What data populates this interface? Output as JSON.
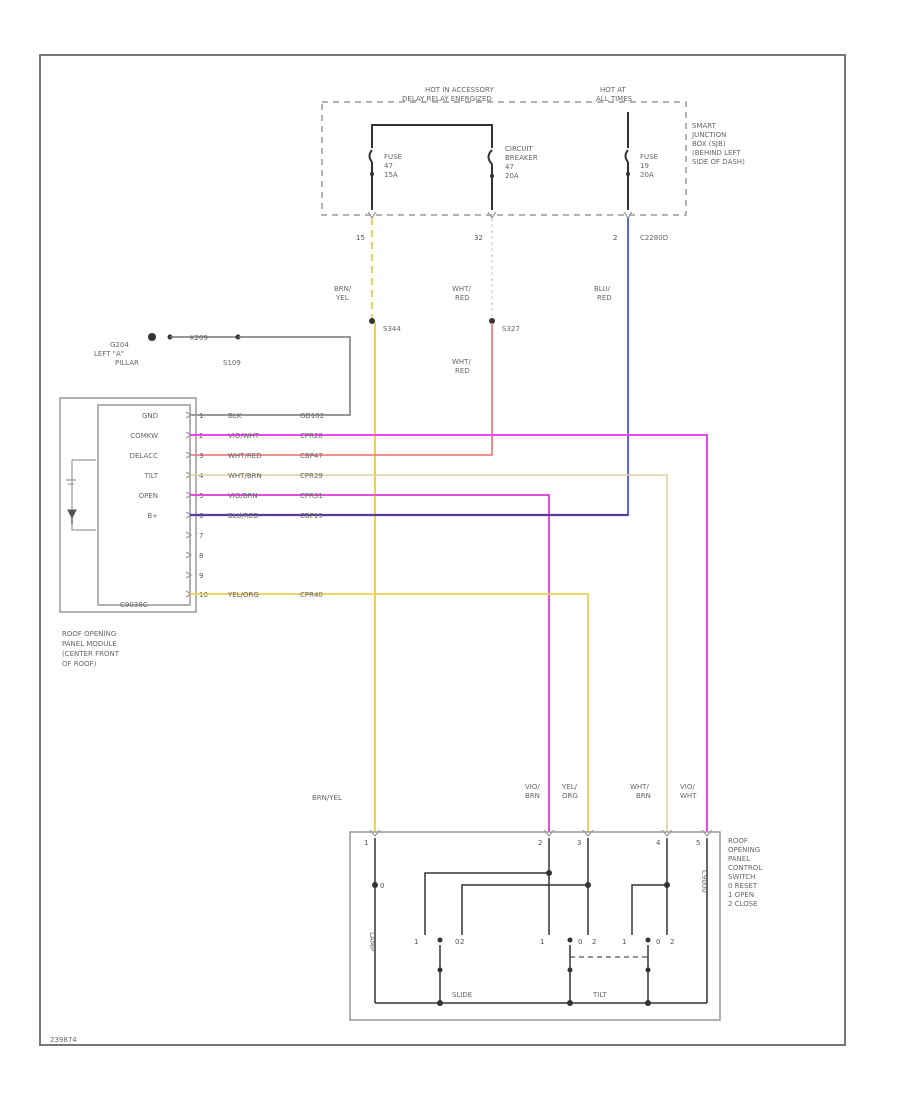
{
  "smart_junction_box": {
    "hot_headers": [
      "HOT IN ACCESSORY",
      "DELAY RELAY ENERGIZED",
      "HOT AT",
      "ALL TIMES"
    ],
    "label_lines": [
      "SMART",
      "JUNCTION",
      "BOX (SJB)",
      "(BEHIND LEFT",
      "SIDE OF DASH)"
    ],
    "fuse_a": [
      "FUSE",
      "47",
      "15A"
    ],
    "breaker": [
      "CIRCUIT",
      "BREAKER",
      "47",
      "20A"
    ],
    "fuse_b": [
      "FUSE",
      "19",
      "20A"
    ],
    "pins": [
      "15",
      "32",
      "2"
    ],
    "connector": "C2280D"
  },
  "wires": {
    "brn_yel": [
      "BRN/",
      "YEL"
    ],
    "wht_red": [
      "WHT/",
      "RED"
    ],
    "blu_red": [
      "BLU/",
      "RED"
    ],
    "wht_red_lower": [
      "WHT/",
      "RED"
    ],
    "splices": [
      "S344",
      "S327"
    ],
    "brn_yel_switch": "BRN/YEL"
  },
  "ground": {
    "g_label": "G204",
    "g_desc": [
      "LEFT \"A\"",
      "PILLAR"
    ],
    "cond_label": "K209",
    "cond_id": "S109"
  },
  "module": {
    "pin_labels": [
      "GND",
      "COMKW",
      "DELACC",
      "TILT",
      "OPEN",
      "B+"
    ],
    "pins": [
      "1",
      "2",
      "3",
      "4",
      "5",
      "6",
      "7",
      "8",
      "9",
      "10"
    ],
    "wire_codes": [
      "BLK",
      "VIO/WHT",
      "WHT/RED",
      "WHT/BRN",
      "VIO/BRN",
      "BLU/RED",
      "",
      "",
      "",
      "YEL/ORG"
    ],
    "circuits": [
      "GD102",
      "CPR28",
      "CBP47",
      "CPR29",
      "CPR31",
      "CBP19",
      "",
      "",
      "",
      "CPR40"
    ],
    "connector": "C9038C",
    "caption": [
      "ROOF OPENING",
      "PANEL MODULE",
      "(CENTER FRONT",
      "OF ROOF)"
    ]
  },
  "switch": {
    "wire_labels": [
      [
        "VIO/",
        "BRN"
      ],
      [
        "YEL/",
        "ORG"
      ],
      [
        "WHT/",
        "BRN"
      ],
      [
        "VIO/",
        "WHT"
      ]
    ],
    "pin_nums": [
      "1",
      "2",
      "3",
      "4",
      "5"
    ],
    "caption": [
      "ROOF",
      "OPENING",
      "PANEL",
      "CONTROL",
      "SWITCH",
      "0 RESET",
      "1 OPEN",
      "2 CLOSE"
    ],
    "slide": "SLIDE",
    "tilt": "TILT",
    "side_label": "C9000"
  },
  "figure_id": "239874",
  "colors": {
    "brn_yel": "#e8d060",
    "wht_red": "#f08080",
    "blu_red": "#6060ee",
    "vio_wht": "#ee44ee",
    "wht_brn": "#e0d098",
    "vio_brn": "#e050d8",
    "blu_red_mod": "#5a3a9a",
    "yel_org": "#f2cc55"
  }
}
